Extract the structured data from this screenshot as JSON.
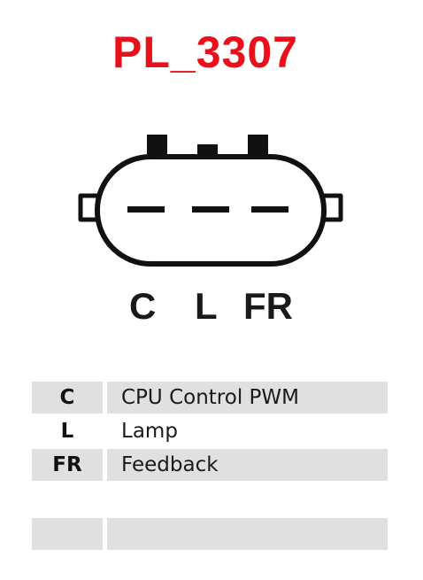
{
  "title": "PL_3307",
  "colors": {
    "title": "#e8101a",
    "outline": "#111111",
    "shade": "#e0e0e0"
  },
  "connector": {
    "pins": [
      "C",
      "L",
      "FR"
    ]
  },
  "legend": {
    "rows": [
      {
        "code": "C",
        "description": "CPU Control PWM"
      },
      {
        "code": "L",
        "description": "Lamp"
      },
      {
        "code": "FR",
        "description": "Feedback"
      },
      {
        "code": "",
        "description": ""
      }
    ]
  }
}
